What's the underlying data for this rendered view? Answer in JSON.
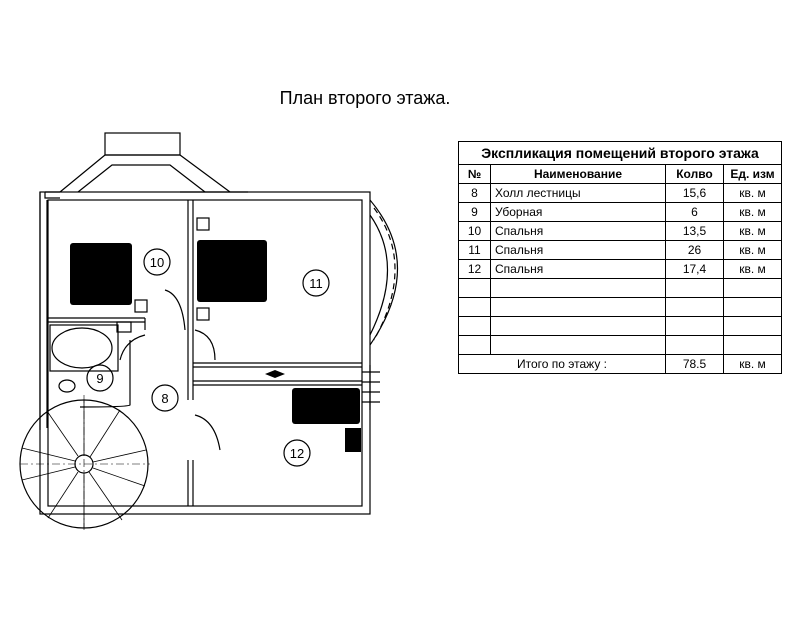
{
  "title": "План второго этажа.",
  "rooms": [
    {
      "id": "8"
    },
    {
      "id": "9"
    },
    {
      "id": "10"
    },
    {
      "id": "11"
    },
    {
      "id": "12"
    }
  ],
  "explication": {
    "caption": "Экспликация помещений второго этажа",
    "headers": {
      "num": "№",
      "name": "Наименование",
      "qty": "Колво",
      "unit": "Ед. изм"
    },
    "rows": [
      {
        "num": "8",
        "name": "Холл лестницы",
        "qty": "15,6",
        "unit": "кв. м"
      },
      {
        "num": "9",
        "name": "Уборная",
        "qty": "6",
        "unit": "кв. м"
      },
      {
        "num": "10",
        "name": "Спальня",
        "qty": "13,5",
        "unit": "кв. м"
      },
      {
        "num": "11",
        "name": "Спальня",
        "qty": "26",
        "unit": "кв. м"
      },
      {
        "num": "12",
        "name": "Спальня",
        "qty": "17,4",
        "unit": "кв. м"
      }
    ],
    "total": {
      "label": "Итого по этажу  :",
      "qty": "78.5",
      "unit": "кв. м"
    }
  }
}
